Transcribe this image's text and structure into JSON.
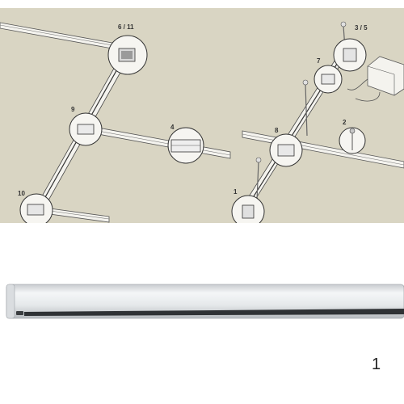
{
  "diagram": {
    "background": "#d9d5c3",
    "callouts": [
      "6 / 11",
      "9",
      "4",
      "10",
      "3 / 5",
      "7",
      "2",
      "8",
      "1"
    ]
  },
  "product": {
    "rail_color": "#e9ecee",
    "number": "1"
  }
}
